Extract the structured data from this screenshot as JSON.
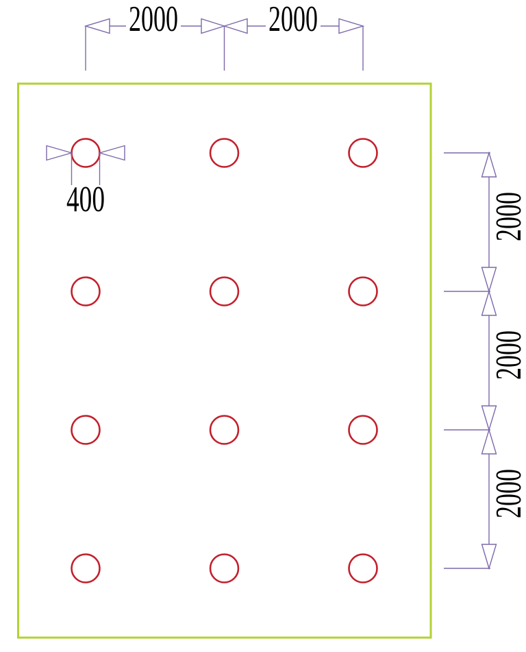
{
  "drawing": {
    "description": "Plate drilling plan: rectangular plate with 3 columns by 4 rows of holes",
    "colors": {
      "plate_outline": "#b2d235",
      "hole_outline": "#c2202c",
      "dimension_lines": "#7d68ac",
      "dimension_text": "#000000"
    },
    "holes": {
      "rows": 4,
      "columns": 3
    },
    "dimensions": {
      "top": {
        "labels": [
          "2000",
          "2000"
        ]
      },
      "right": {
        "labels": [
          "2000",
          "2000",
          "2000"
        ]
      },
      "hole_diameter": {
        "label": "400"
      }
    }
  }
}
